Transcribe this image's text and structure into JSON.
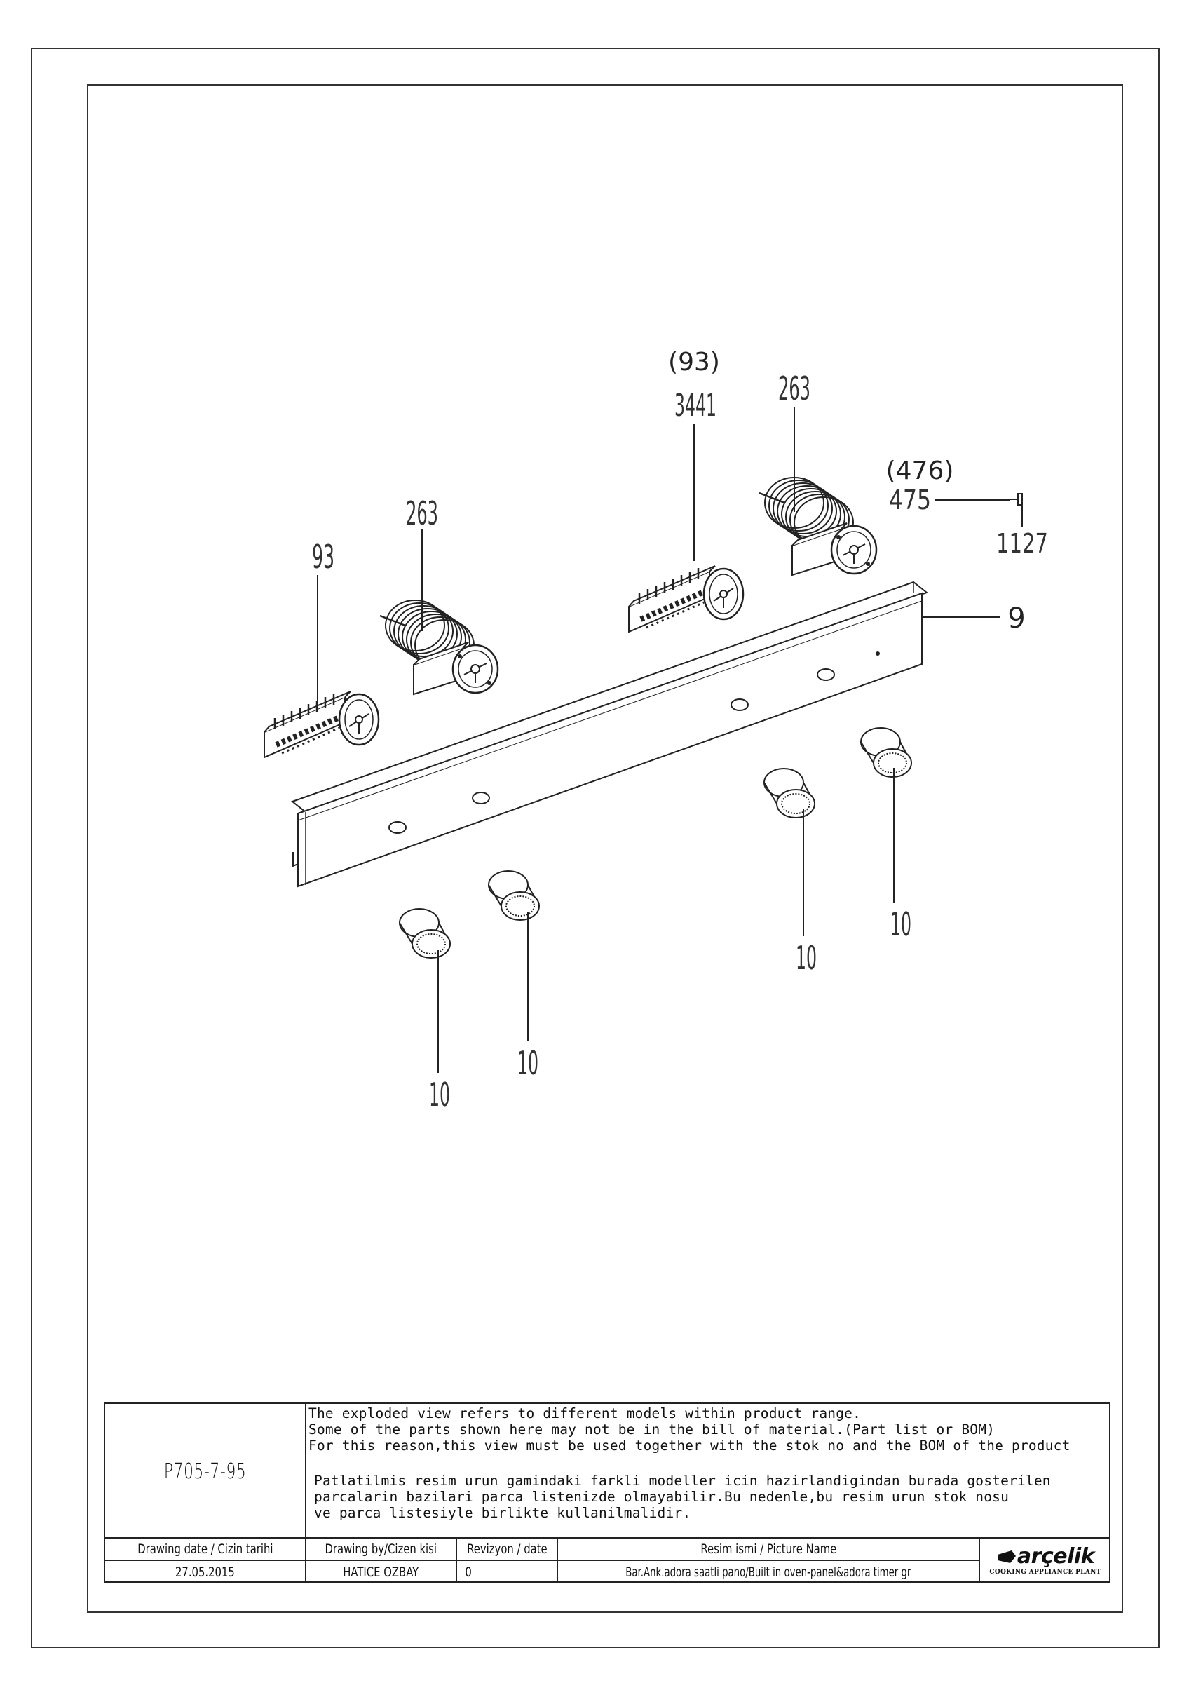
{
  "callouts": {
    "c93_left": "93",
    "c263_left": "263",
    "c93_paren": "(93)",
    "c3441": "3441",
    "c263_right": "263",
    "c476_paren": "(476)",
    "c475": "475",
    "c1127": "1127",
    "c9": "9",
    "c10_a": "10",
    "c10_b": "10",
    "c10_c": "10",
    "c10_d": "10"
  },
  "title_block": {
    "drawing_no": "P705-7-95",
    "note_en": "The exploded view refers to different models within product range.\nSome of the parts shown here may not be in the bill of material.(Part list or BOM)\nFor this reason,this view must be used together with the stok no and the BOM of the product",
    "note_tr": "Patlatilmis resim urun gamindaki farkli modeller icin hazirlandigindan burada gosterilen\nparcalarin bazilari parca listenizde olmayabilir.Bu nedenle,bu resim urun stok nosu\nve parca listesiyle birlikte kullanilmalidir.",
    "headers": {
      "drawing_date": "Drawing date / Cizin tarihi",
      "drawing_by": "Drawing by/Cizen kisi",
      "revision": "Revizyon / date",
      "picture_name": "Resim ismi / Picture Name"
    },
    "values": {
      "drawing_date": "27.05.2015",
      "drawing_by": "HATICE OZBAY",
      "revision": "0",
      "picture_name": "Bar.Ank.adora saatli pano/Built in oven-panel&adora timer gr"
    },
    "logo": {
      "brand": "arçelik",
      "tagline": "COOKING APPLIANCE PLANT"
    }
  }
}
